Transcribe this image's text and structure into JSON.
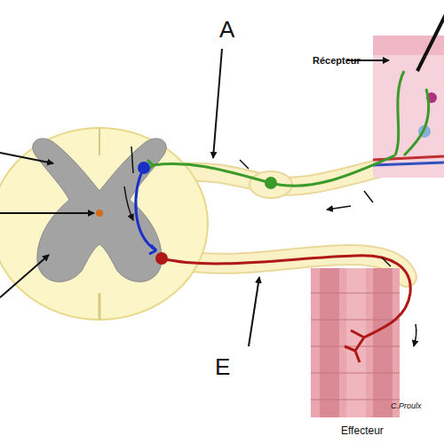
{
  "diagram": {
    "labels": [
      "A",
      "Récepteur",
      "E",
      "Effecteur",
      "C.Proulx"
    ]
  }
}
